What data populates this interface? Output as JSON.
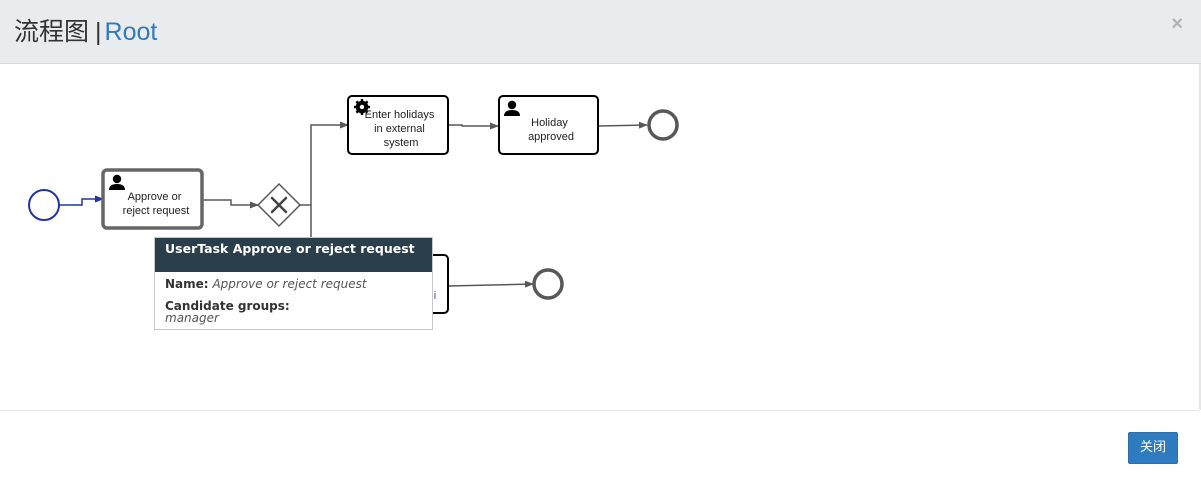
{
  "dialog": {
    "title_prefix": "流程图",
    "title_separator": "|",
    "title_name": "Root",
    "close_symbol": "×",
    "close_button_label": "关闭"
  },
  "diagram": {
    "tasks": {
      "approve": {
        "lines": [
          "Approve or",
          "reject request"
        ],
        "icon": "user-icon"
      },
      "enter_holidays": {
        "lines": [
          "Enter holidays",
          "in external",
          "system"
        ],
        "icon": "gear-icon"
      },
      "holiday_approved": {
        "lines": [
          "Holiday",
          "approved"
        ],
        "icon": "user-icon"
      },
      "hidden_task_fragment": "i"
    },
    "gateway": {
      "type": "exclusive",
      "icon": "x-icon"
    }
  },
  "tooltip": {
    "title": "UserTask Approve or reject request",
    "name_label": "Name",
    "name_value": "Approve or reject request",
    "groups_label": "Candidate groups",
    "groups_value": "manager"
  },
  "colors": {
    "header_bg": "#e9ecef",
    "accent": "#337ab7",
    "tooltip_header": "#2b3e4c",
    "start_event": "#2233aa",
    "button": "#2f7bbf"
  }
}
